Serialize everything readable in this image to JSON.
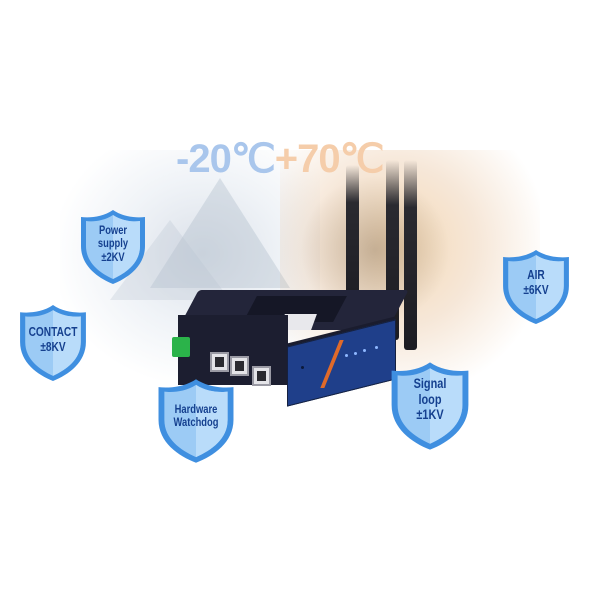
{
  "headline": {
    "cold_temp": "-20℃",
    "hot_temp": "+70℃",
    "cold_color": "#a9c6ec",
    "hot_color": "#f5cdaa"
  },
  "product": {
    "name": "industrial-4g-router",
    "color_body": "#23253a",
    "color_front": "#1f3f8a",
    "accent_stripe": "#e06a2a",
    "terminal_color": "#2bb34a",
    "antenna_count": 3,
    "ethernet_ports": 3
  },
  "badges": [
    {
      "id": "power-supply",
      "line1": "Power",
      "line2": "supply",
      "line3": "±2KV"
    },
    {
      "id": "contact",
      "line1": "CONTACT",
      "line2": "±8KV"
    },
    {
      "id": "hardware-watchdog",
      "line1": "Hardware",
      "line2": "Watchdog"
    },
    {
      "id": "signal-loop",
      "line1": "Signal",
      "line2": "loop",
      "line3": "±1KV"
    },
    {
      "id": "air",
      "line1": "AIR",
      "line2": "±6KV"
    }
  ],
  "colors": {
    "shield_light": "#bcdcf8",
    "shield_mid": "#7fb8f0",
    "shield_edge": "#3f8fe0",
    "shield_text": "#15408f"
  }
}
